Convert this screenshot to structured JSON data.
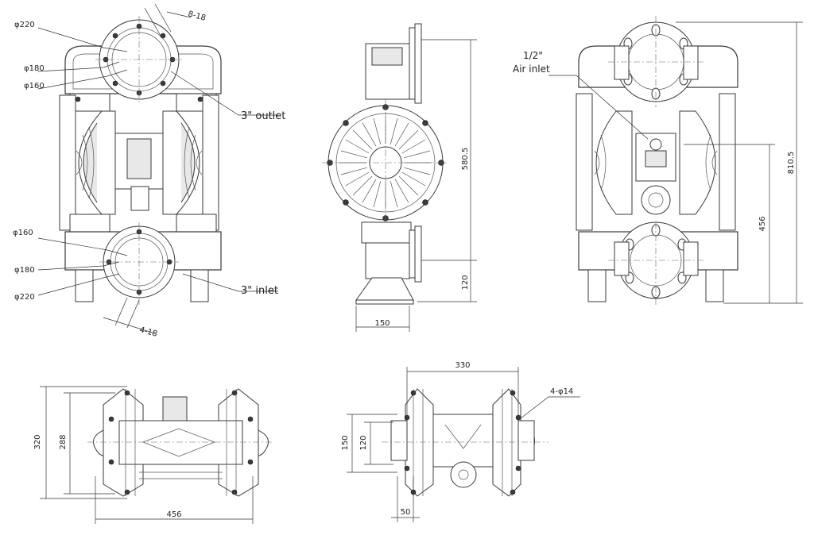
{
  "labels": {
    "outlet": "3\" outlet",
    "inlet": "3\" inlet",
    "air_inlet_line1": "1/2\"",
    "air_inlet_line2": "Air inlet"
  },
  "dimensions": {
    "phi220_top": "φ220",
    "phi180_top": "φ180",
    "phi160_top": "φ160",
    "holes_top": "8-18",
    "phi160_bottom": "φ160",
    "phi180_bottom": "φ180",
    "phi220_bottom": "φ220",
    "holes_bottom": "4-18",
    "side_height": "580.5",
    "side_base": "120",
    "side_width": "150",
    "rear_total": "810.5",
    "rear_mid": "456",
    "top_height_outer": "320",
    "top_height_inner": "288",
    "top_width": "456",
    "bottom_width": "330",
    "bottom_holes": "4-φ14",
    "bottom_h_outer": "150",
    "bottom_h_inner": "120",
    "bottom_small": "50"
  }
}
